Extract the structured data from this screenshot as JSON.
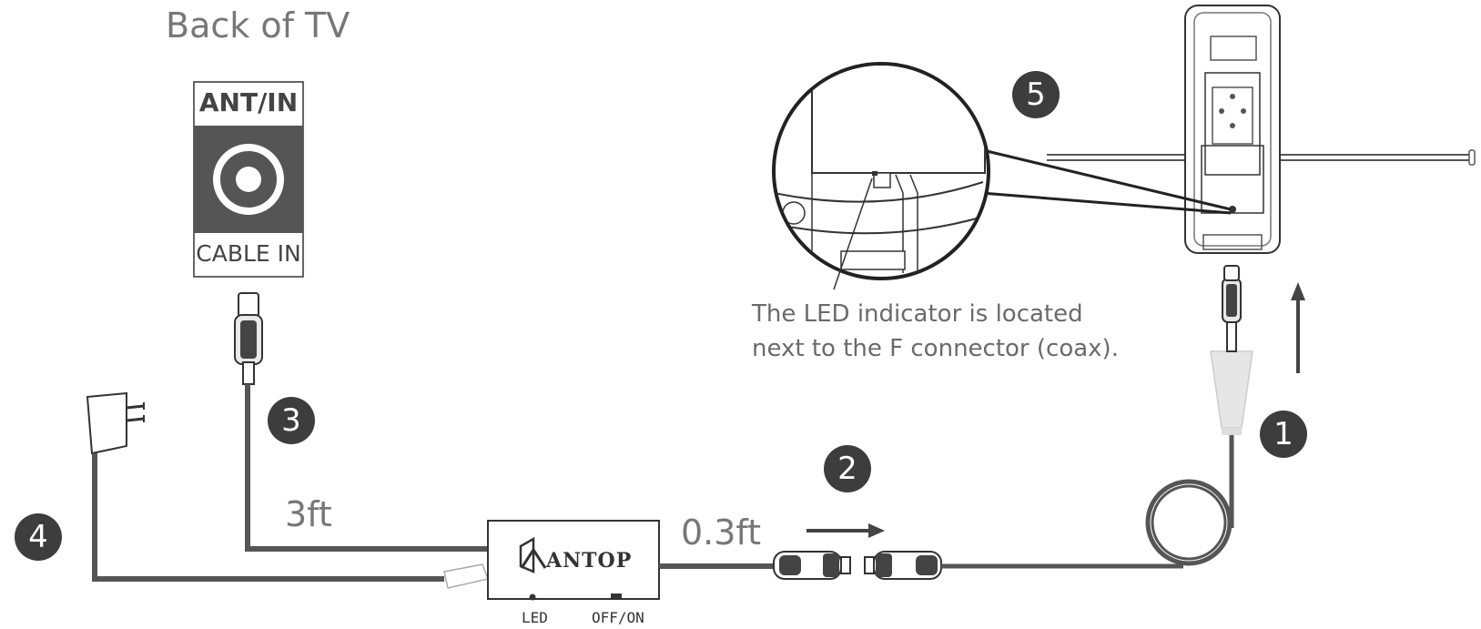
{
  "title": "Back of TV",
  "tv_port": {
    "top_label": "ANT/IN",
    "bottom_label": "CABLE IN"
  },
  "led_note": {
    "line1": "The LED indicator is located",
    "line2": "next to the F connector (coax)."
  },
  "cable_lengths": {
    "tv_cable": "3ft",
    "short_cable": "0.3ft"
  },
  "amplifier": {
    "brand": "ANTOP",
    "led_label": "LED",
    "switch_label": "OFF/ON"
  },
  "steps": [
    "1",
    "2",
    "3",
    "4",
    "5"
  ],
  "colors": {
    "line": "#555555",
    "badge": "#3d3d3d",
    "port_panel": "#555555",
    "text": "#666666"
  }
}
